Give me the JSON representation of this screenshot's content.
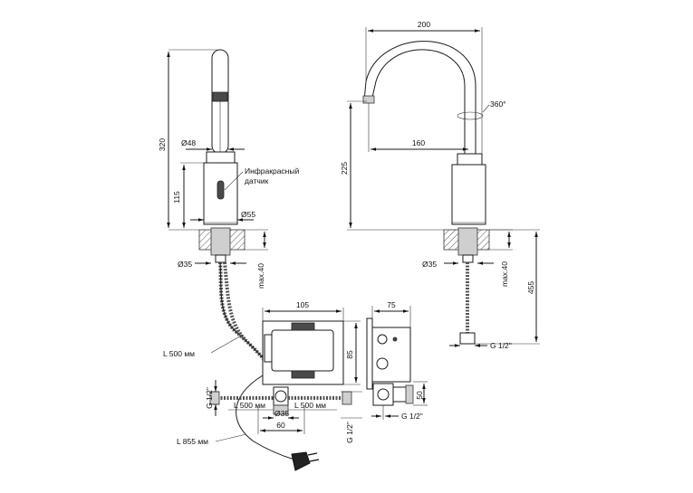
{
  "labels": {
    "h_total_left": "320",
    "d_spout": "Ø48",
    "sensor_note_line1": "Инфракрасный",
    "sensor_note_line2": "датчик",
    "h_body": "115",
    "d_body": "Ø55",
    "d_shank_left": "Ø35",
    "max_left": "max.40",
    "cable_1": "L 500 мм",
    "cable_2": "L 855 мм",
    "box_width": "105",
    "box_height": "85",
    "g_left": "G 1/2\"",
    "hose_l": "L 500 мм",
    "hose_r": "L 500 мм",
    "d_shank_box": "Ø35",
    "center_60": "60",
    "g_bottom_box": "G 1/2\"",
    "side_width": "75",
    "side_height": "50",
    "g_side": "G 1/2\"",
    "w_total_right": "200",
    "rotation": "360°",
    "reach": "160",
    "h_right": "225",
    "d_shank_right": "Ø35",
    "max_right": "max.40",
    "h_total_right": "455",
    "g_right": "G 1/2\""
  }
}
